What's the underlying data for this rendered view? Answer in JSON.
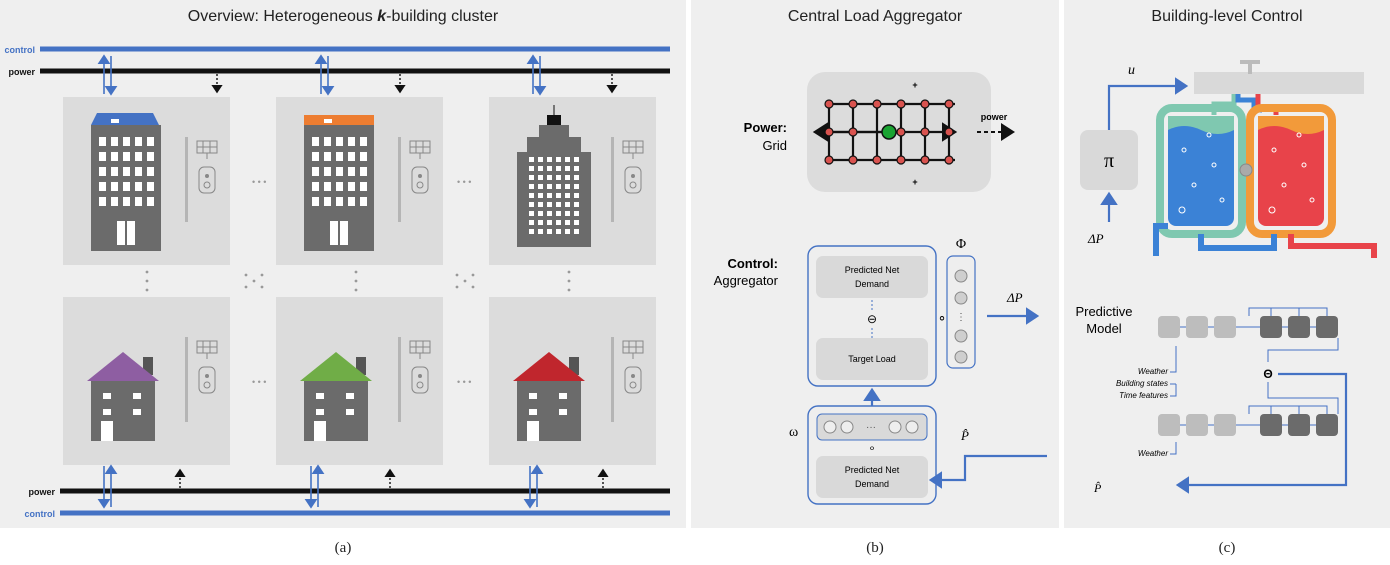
{
  "panel_a": {
    "title": "Overview: Heterogeneous k-building cluster",
    "title_prefix": "Overview: Heterogeneous ",
    "title_k": "k",
    "title_suffix": "-building cluster",
    "control_label": "control",
    "power_label": "power",
    "ellipsis": "• • •",
    "caption": "(a)"
  },
  "panel_b": {
    "title": "Central Load Aggregator",
    "power_heading": "Power:",
    "power_sub": "Grid",
    "power_arrow_label": "power",
    "plus": "+",
    "control_heading": "Control:",
    "control_sub": "Aggregator",
    "phi": "Φ",
    "omega": "ω",
    "predicted_net_demand_top": [
      "Predicted Net",
      "Demand"
    ],
    "ominus": "⊖",
    "target_load": "Target Load",
    "dots_mid": "···",
    "vdots": "⋮",
    "circ": "∘",
    "predicted_net_demand_bottom": [
      "Predicted Net",
      "Demand"
    ],
    "delta_p_label": "ΔP",
    "p_hat_label": "P̂",
    "caption": "(b)"
  },
  "panel_c": {
    "title": "Building-level Control",
    "u_label": "u",
    "pi_label": "π",
    "delta_p_label": "ΔP",
    "predictive_model": [
      "Predictive",
      "Model"
    ],
    "inputs": [
      "Weather",
      "Building states",
      "Time features"
    ],
    "weather_bottom": "Weather",
    "theta": "Θ",
    "p_hat_label": "P̂",
    "caption": "(c)"
  },
  "colors": {
    "control_blue": "#4472c4",
    "building_gray": "#6b6b6b",
    "roof_blue": "#4472c4",
    "roof_orange": "#ed7d31",
    "roof_purple": "#8e5ea2",
    "roof_green": "#70ad47",
    "roof_red": "#c0262d",
    "grid_node_green": "#1aa332",
    "grid_node_red": "#d9534f",
    "tank_blue": "#3b82d6",
    "tank_red": "#e8434a",
    "tank_teal": "#7fc8b0",
    "tank_orange": "#f29a3a"
  }
}
